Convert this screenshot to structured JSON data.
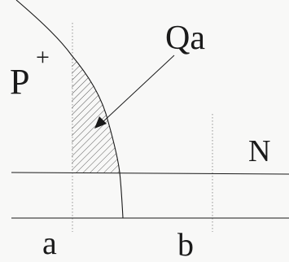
{
  "labels": {
    "p_region": "P",
    "p_superscript": "+",
    "charge": "Qa",
    "n_region": "N",
    "point_a": "a",
    "point_b": "b"
  },
  "colors": {
    "line": "#1a1a1a",
    "dotted": "#7a7a7a",
    "hatch": "#333333",
    "background": "#f8f8f7"
  }
}
